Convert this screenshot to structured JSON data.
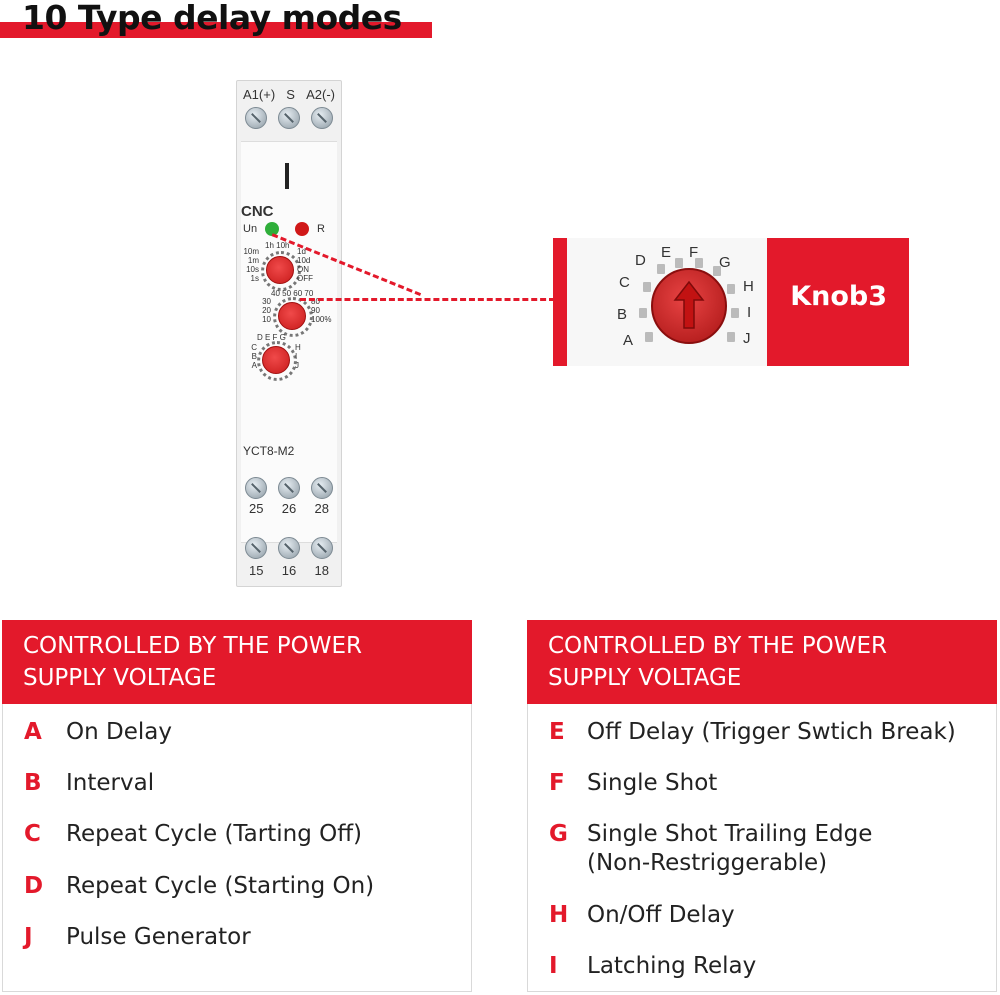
{
  "title": "10 Type delay modes",
  "device": {
    "top_terminals": [
      "A1(+)",
      "S",
      "A2(-)"
    ],
    "brand": "CNC",
    "led_labels": [
      "Un",
      "R"
    ],
    "knob1_left": [
      "10m",
      "1m",
      "10s",
      "1s"
    ],
    "knob1_top": "1h 10h",
    "knob1_right": [
      "1d",
      "10d",
      "ON",
      "OFF"
    ],
    "knob2_top": "40 50 60 70",
    "knob2_left": [
      "30",
      "20",
      "10"
    ],
    "knob2_right": [
      "80",
      "90",
      "100%"
    ],
    "knob3_top": "D E F G",
    "knob3_left": [
      "C",
      "B",
      "A"
    ],
    "knob3_right": [
      "H",
      "I",
      "J"
    ],
    "model": "YCT8-M2",
    "bottom_terminals_1": [
      "25",
      "26",
      "28"
    ],
    "bottom_terminals_2": [
      "15",
      "16",
      "18"
    ]
  },
  "callout": {
    "label": "Knob3",
    "dial_letters": [
      "A",
      "B",
      "C",
      "D",
      "E",
      "F",
      "G",
      "H",
      "I",
      "J"
    ]
  },
  "left_box": {
    "heading_line1": "CONTROLLED BY THE POWER",
    "heading_line2": "SUPPLY VOLTAGE",
    "items": [
      {
        "letter": "A",
        "text": "On Delay"
      },
      {
        "letter": "B",
        "text": "Interval"
      },
      {
        "letter": "C",
        "text": "Repeat Cycle (Tarting Off)"
      },
      {
        "letter": "D",
        "text": "Repeat Cycle (Starting On)"
      },
      {
        "letter": "J",
        "text": "Pulse Generator"
      }
    ]
  },
  "right_box": {
    "heading_line1": "CONTROLLED BY THE POWER",
    "heading_line2": "SUPPLY VOLTAGE",
    "items": [
      {
        "letter": "E",
        "text": "Off Delay (Trigger Swtich Break)"
      },
      {
        "letter": "F",
        "text": "Single Shot"
      },
      {
        "letter": "G",
        "text": "Single Shot Trailing Edge",
        "text2": "(Non-Restriggerable)"
      },
      {
        "letter": "H",
        "text": "On/Off Delay"
      },
      {
        "letter": "I",
        "text": "Latching Relay"
      }
    ]
  },
  "colors": {
    "accent": "#e3192b",
    "led_green": "#2fae3a",
    "led_red": "#d01818"
  }
}
